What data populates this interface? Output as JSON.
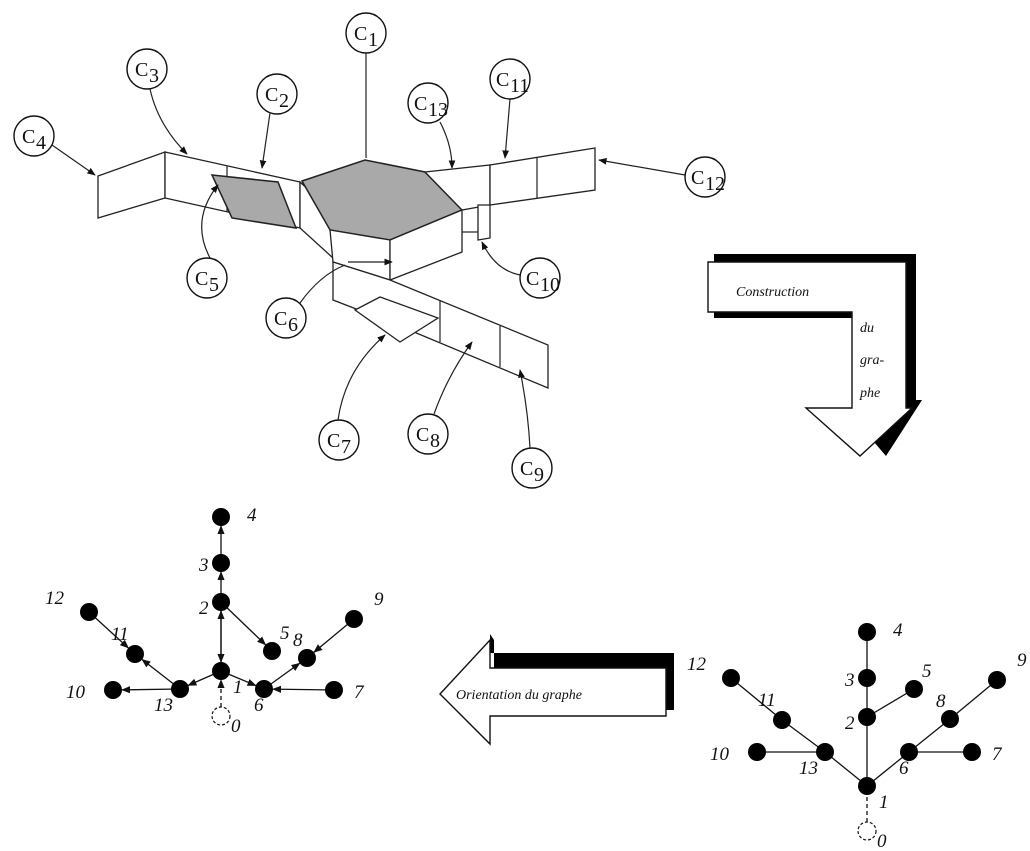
{
  "colors": {
    "ink": "#111111",
    "shade": "#a9a9a9",
    "arrow_shadow": "#000000",
    "background": "#ffffff"
  },
  "component_labels": [
    "C",
    "C",
    "C",
    "C",
    "C",
    "C",
    "C",
    "C",
    "C",
    "C",
    "C",
    "C",
    "C"
  ],
  "component_subscripts": [
    "1",
    "2",
    "3",
    "4",
    "5",
    "6",
    "7",
    "8",
    "9",
    "10",
    "11",
    "13",
    "12"
  ],
  "arrow_construction": {
    "line1": "Construction",
    "line2": "du",
    "line3": "gra-",
    "line4": "phe"
  },
  "arrow_orientation": {
    "text": "Orientation du graphe"
  },
  "graph_left": {
    "node_labels": [
      "0",
      "1",
      "2",
      "3",
      "4",
      "5",
      "6",
      "7",
      "8",
      "9",
      "10",
      "11",
      "12",
      "13"
    ]
  },
  "graph_right": {
    "node_labels": [
      "0",
      "1",
      "2",
      "3",
      "4",
      "5",
      "6",
      "7",
      "8",
      "9",
      "10",
      "11",
      "12",
      "13"
    ]
  }
}
